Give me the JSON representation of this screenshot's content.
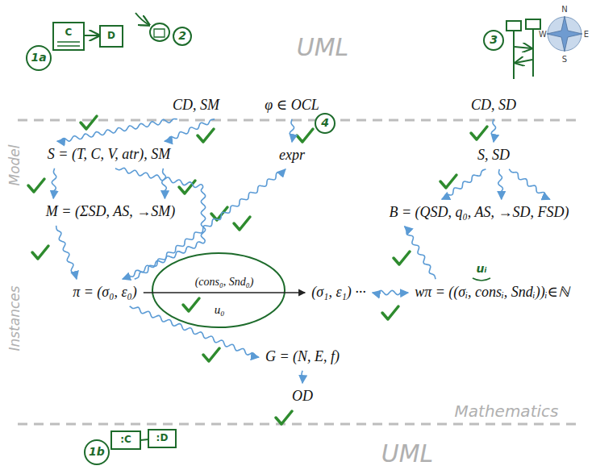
{
  "diagram": {
    "nodes": [
      {
        "text": [
          "CD, SM"
        ]
      },
      {
        "text": [
          "φ ∈ OCL"
        ]
      },
      {
        "text": [
          "CD, SD"
        ]
      },
      {
        "text": [
          "S = (T, C, V, atr), SM"
        ]
      },
      {
        "text": [
          "expr"
        ]
      },
      {
        "text": [
          "S, SD"
        ]
      },
      {
        "text": [
          "M = (ΣSD, AS, →SM)"
        ]
      },
      {
        "text": [
          "B = (QSD, q₀, AS, →SD, FSD)"
        ]
      },
      {
        "text": [
          "π = (σ₀, ε₀)"
        ]
      },
      {
        "text": [
          "(σ₁, ε₁) ···"
        ]
      },
      {
        "text": [
          "wπ = ((σᵢ, consᵢ, Sndᵢ))ᵢ∈ℕ"
        ]
      },
      {
        "text": [
          "G = (N, E, f)"
        ]
      },
      {
        "text": [
          "OD"
        ]
      }
    ],
    "edges": [
      {
        "from": 0,
        "to": 3,
        "arrow": "to"
      },
      {
        "from": 0,
        "to": 3,
        "arrow": "to"
      },
      {
        "from": 1,
        "to": 4,
        "arrow": "to"
      },
      {
        "from": 2,
        "to": 5,
        "arrow": "to"
      },
      {
        "from": 3,
        "to": 6,
        "arrow": "to"
      },
      {
        "from": 3,
        "to": 6,
        "arrow": "to"
      },
      {
        "from": 3,
        "to": 8,
        "arrow": "to"
      },
      {
        "from": 6,
        "to": 8,
        "arrow": "to"
      },
      {
        "from": 8,
        "to": 4,
        "arrow": "to"
      },
      {
        "from": 8,
        "to": 9,
        "label": "(cons₀, Snd₀)",
        "arrow": "to"
      },
      {
        "from": 5,
        "to": 7,
        "arrow": "to"
      },
      {
        "from": 5,
        "to": 7,
        "arrow": "to"
      },
      {
        "from": 5,
        "to": 7,
        "arrow": "to"
      },
      {
        "from": 10,
        "to": 7,
        "arrow": "to"
      },
      {
        "from": 9,
        "to": 10,
        "arrow": "both"
      },
      {
        "from": 8,
        "to": 11,
        "arrow": "to"
      },
      {
        "from": 11,
        "to": 12,
        "arrow": "to"
      }
    ],
    "labels": [
      "UML",
      "Model",
      "Instances",
      "Mathematics",
      "UML",
      "1a",
      "C",
      "D",
      "2",
      "3",
      "N",
      "E",
      "S",
      "W",
      "4",
      "u₀",
      "uᵢ",
      "1b",
      ":C",
      ":D"
    ]
  }
}
